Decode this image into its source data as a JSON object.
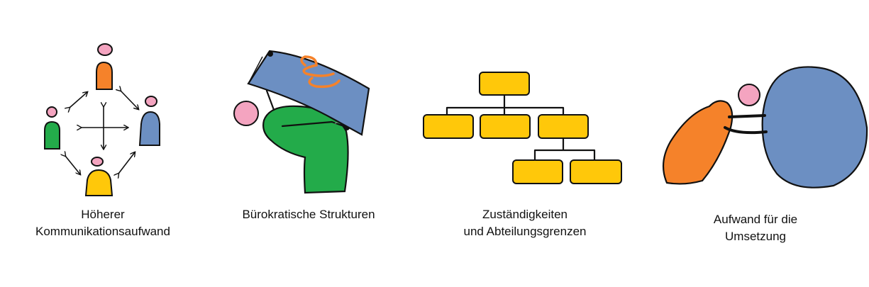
{
  "panels": [
    {
      "caption_line1": "Höherer",
      "caption_line2": "Kommunikationsaufwand"
    },
    {
      "caption_line1": "Bürokratische Strukturen",
      "caption_line2": ""
    },
    {
      "caption_line1": "Zuständigkeiten",
      "caption_line2": "und Abteilungsgrenzen"
    },
    {
      "caption_line1": "Aufwand für die",
      "caption_line2": "Umsetzung"
    }
  ],
  "colors": {
    "head": "#f4a4c0",
    "orange": "#f5822a",
    "blue": "#6c8fc2",
    "green": "#23ab4a",
    "yellow": "#ffc80a",
    "ink": "#111111"
  },
  "icons": [
    "communication-icon",
    "bureaucracy-book-icon",
    "org-chart-icon",
    "pushing-boulder-icon"
  ]
}
